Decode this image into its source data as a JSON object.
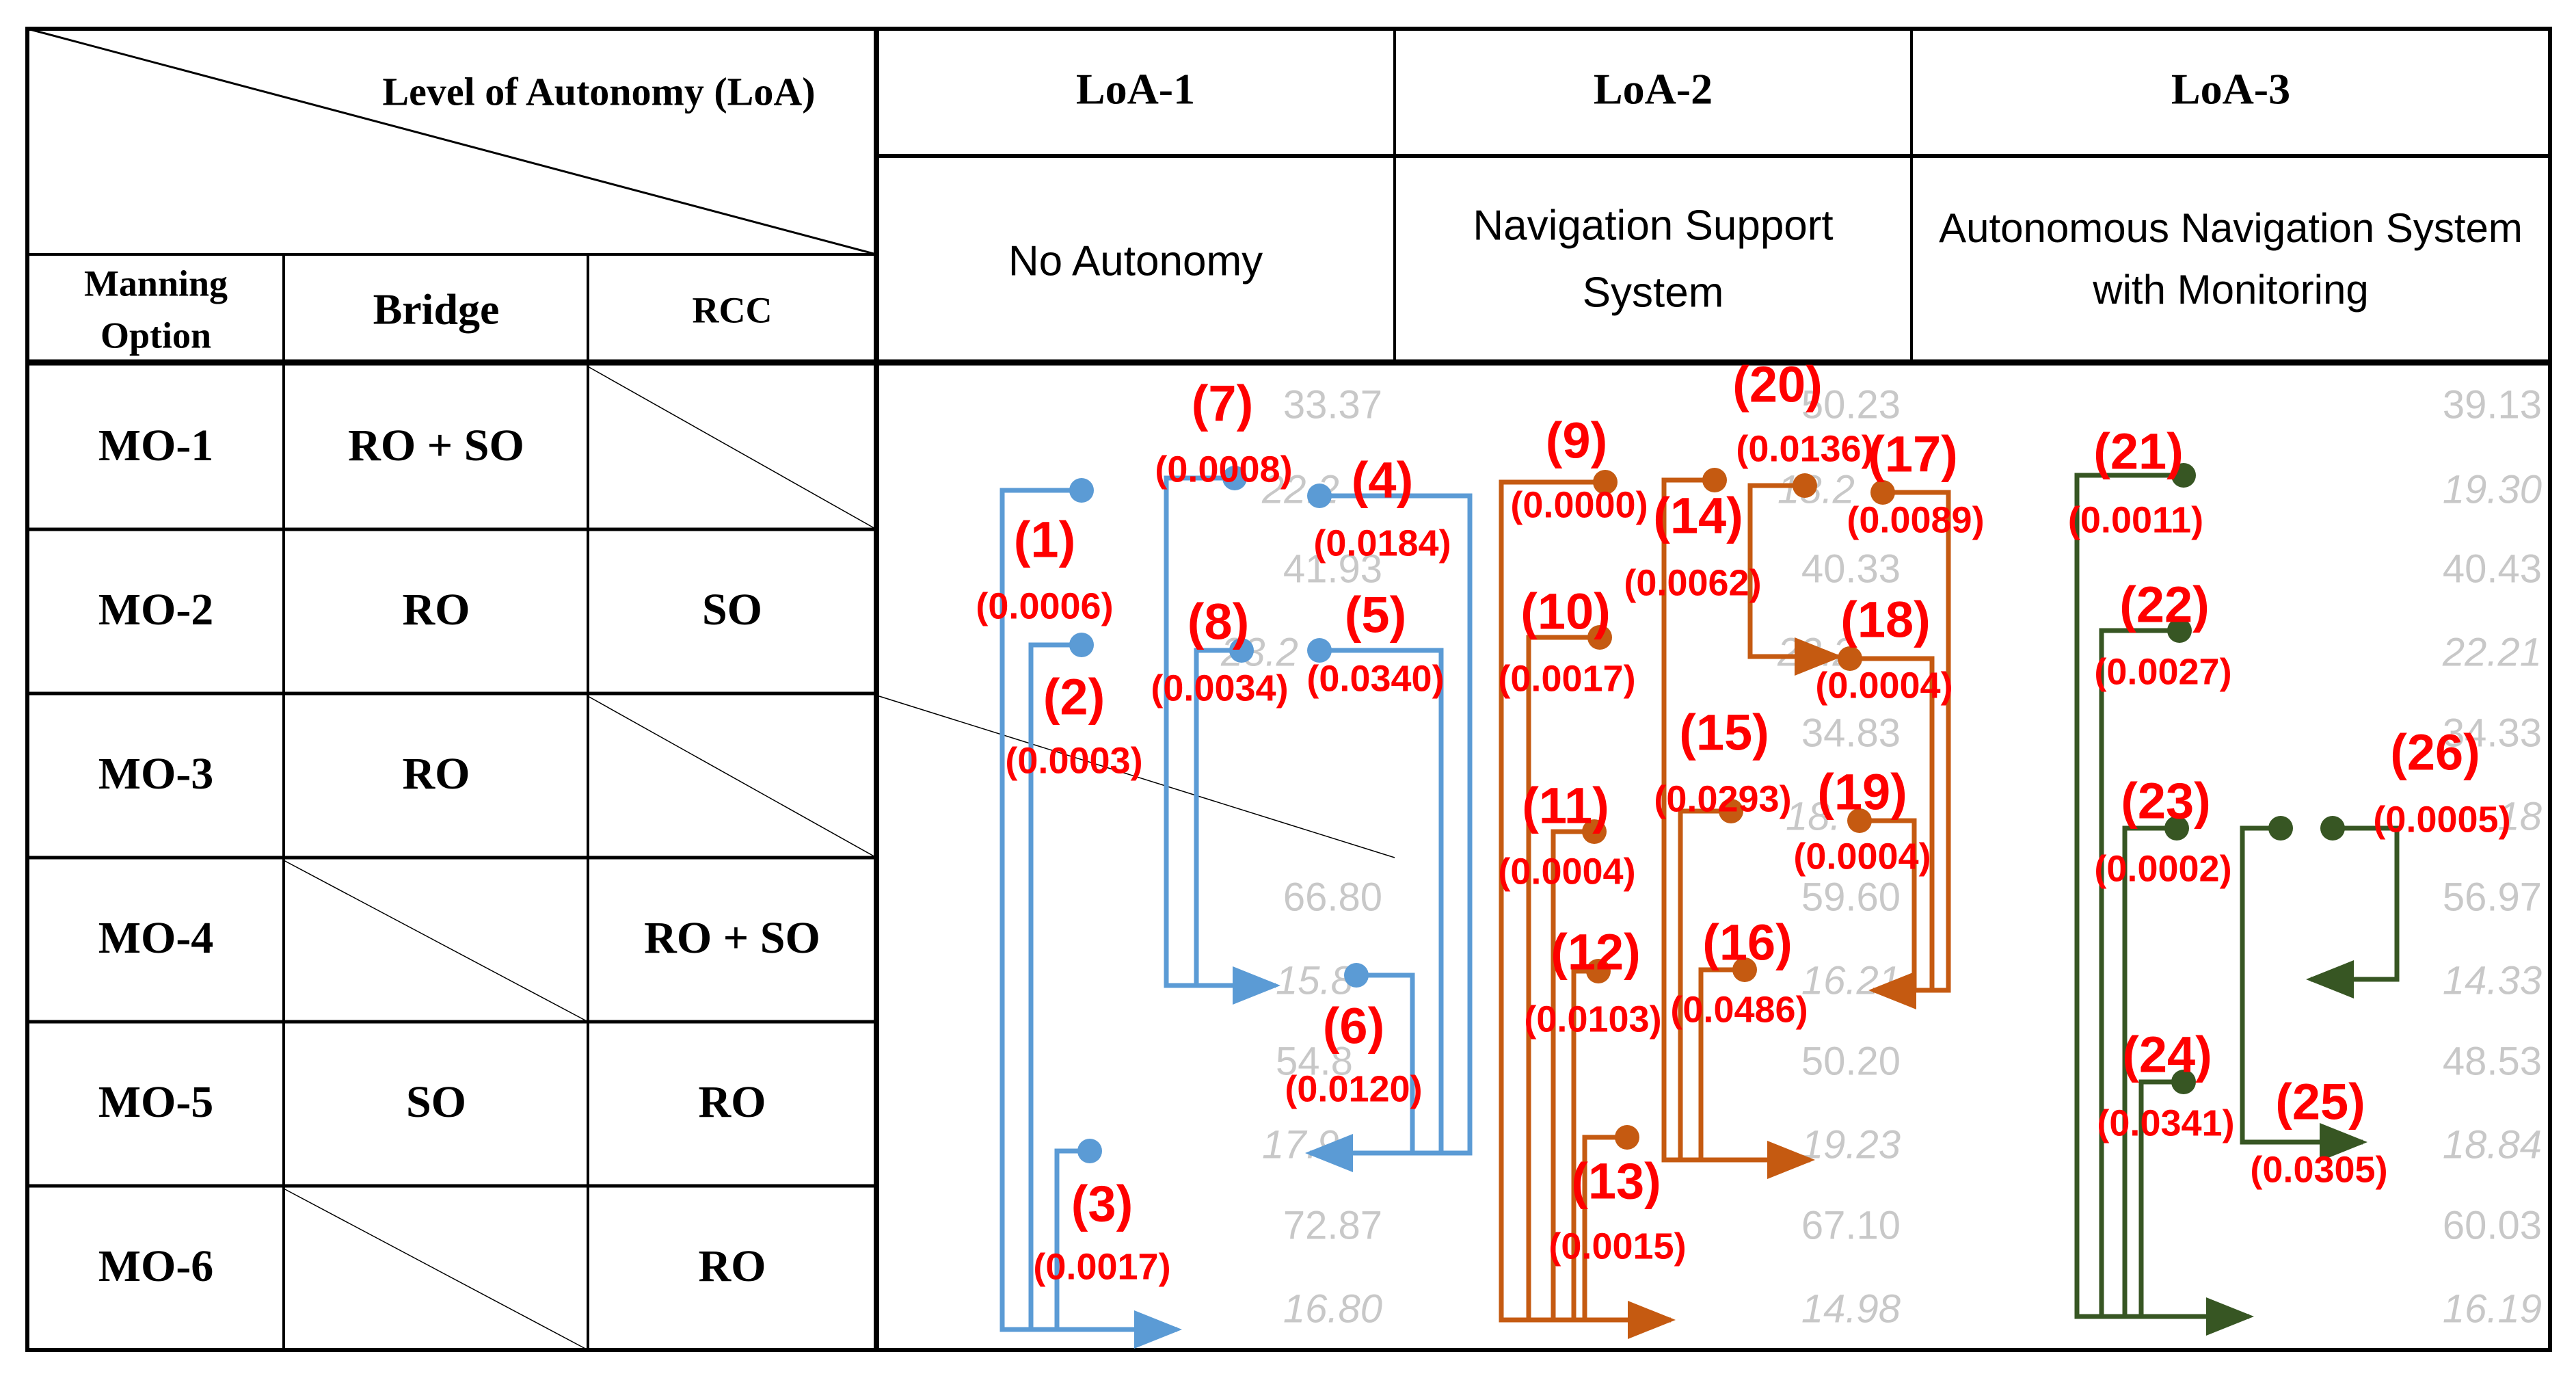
{
  "header": {
    "corner_title": "Level of Autonomy (LoA)",
    "manning_option_line1": "Manning",
    "manning_option_line2": "Option",
    "bridge": "Bridge",
    "rcc": "RCC",
    "loa1": "LoA-1",
    "loa2": "LoA-2",
    "loa3": "LoA-3",
    "loa1_desc": "No Autonomy",
    "loa2_desc_line1": "Navigation Support",
    "loa2_desc_line2": "System",
    "loa3_desc_line1": "Autonomous Navigation System",
    "loa3_desc_line2": "with Monitoring"
  },
  "rows": [
    {
      "mo": "MO-1",
      "bridge": "RO + SO",
      "rcc": ""
    },
    {
      "mo": "MO-2",
      "bridge": "RO",
      "rcc": "SO"
    },
    {
      "mo": "MO-3",
      "bridge": "RO",
      "rcc": ""
    },
    {
      "mo": "MO-4",
      "bridge": "",
      "rcc": "RO + SO"
    },
    {
      "mo": "MO-5",
      "bridge": "SO",
      "rcc": "RO"
    },
    {
      "mo": "MO-6",
      "bridge": "",
      "rcc": "RO"
    }
  ],
  "cells": {
    "loa1": [
      {
        "top": "33.37",
        "bottom": "22.2"
      },
      {
        "top": "41.93",
        "bottom": "23.2"
      },
      {
        "top": "",
        "bottom": ""
      },
      {
        "top": "66.80",
        "bottom": "15.8"
      },
      {
        "top": "54.8",
        "bottom": "17.9"
      },
      {
        "top": "72.87",
        "bottom": "16.80"
      }
    ],
    "loa2": [
      {
        "top": "50.23",
        "bottom": "18.2"
      },
      {
        "top": "40.33",
        "bottom": "22.2"
      },
      {
        "top": "34.83",
        "bottom": "18."
      },
      {
        "top": "59.60",
        "bottom": "16.21"
      },
      {
        "top": "50.20",
        "bottom": "19.23"
      },
      {
        "top": "67.10",
        "bottom": "14.98"
      }
    ],
    "loa3": [
      {
        "top": "39.13",
        "bottom": "19.30"
      },
      {
        "top": "40.43",
        "bottom": "22.21"
      },
      {
        "top": "34.33",
        "bottom": "18"
      },
      {
        "top": "56.97",
        "bottom": "14.33"
      },
      {
        "top": "48.53",
        "bottom": "18.84"
      },
      {
        "top": "60.03",
        "bottom": "16.19"
      }
    ]
  },
  "colors": {
    "loa1": "#5b9bd5",
    "loa2": "#c55a11",
    "loa3": "#375623",
    "label": "#ff0000"
  },
  "transitions": [
    {
      "id": "(1)",
      "p": "(0.0006)",
      "loa": "loa1"
    },
    {
      "id": "(2)",
      "p": "(0.0003)",
      "loa": "loa1"
    },
    {
      "id": "(3)",
      "p": "(0.0017)",
      "loa": "loa1"
    },
    {
      "id": "(4)",
      "p": "(0.0184)",
      "loa": "loa1"
    },
    {
      "id": "(5)",
      "p": "(0.0340)",
      "loa": "loa1"
    },
    {
      "id": "(6)",
      "p": "(0.0120)",
      "loa": "loa1"
    },
    {
      "id": "(7)",
      "p": "(0.0008)",
      "loa": "loa1"
    },
    {
      "id": "(8)",
      "p": "(0.0034)",
      "loa": "loa1"
    },
    {
      "id": "(9)",
      "p": "(0.0000)",
      "loa": "loa2"
    },
    {
      "id": "(10)",
      "p": "(0.0017)",
      "loa": "loa2"
    },
    {
      "id": "(11)",
      "p": "(0.0004)",
      "loa": "loa2"
    },
    {
      "id": "(12)",
      "p": "(0.0103)",
      "loa": "loa2"
    },
    {
      "id": "(13)",
      "p": "(0.0015)",
      "loa": "loa2"
    },
    {
      "id": "(14)",
      "p": "(0.0062)",
      "loa": "loa2"
    },
    {
      "id": "(15)",
      "p": "(0.0293)",
      "loa": "loa2"
    },
    {
      "id": "(16)",
      "p": "(0.0486)",
      "loa": "loa2"
    },
    {
      "id": "(17)",
      "p": "(0.0089)",
      "loa": "loa2"
    },
    {
      "id": "(18)",
      "p": "(0.0004)",
      "loa": "loa2"
    },
    {
      "id": "(19)",
      "p": "(0.0004)",
      "loa": "loa2"
    },
    {
      "id": "(20)",
      "p": "(0.0136)",
      "loa": "loa2"
    },
    {
      "id": "(21)",
      "p": "(0.0011)",
      "loa": "loa3"
    },
    {
      "id": "(22)",
      "p": "(0.0027)",
      "loa": "loa3"
    },
    {
      "id": "(23)",
      "p": "(0.0002)",
      "loa": "loa3"
    },
    {
      "id": "(24)",
      "p": "(0.0341)",
      "loa": "loa3"
    },
    {
      "id": "(25)",
      "p": "(0.0305)",
      "loa": "loa3"
    },
    {
      "id": "(26)",
      "p": "(0.0005)",
      "loa": "loa3"
    }
  ]
}
